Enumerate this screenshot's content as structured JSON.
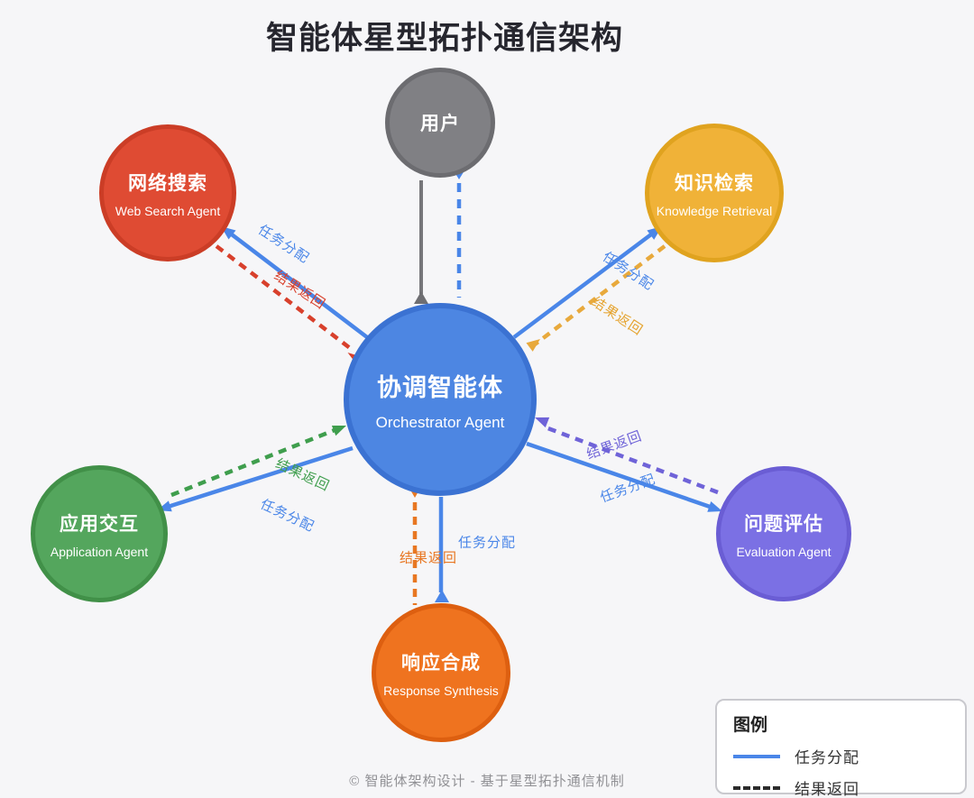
{
  "diagram": {
    "title": "智能体星型拓扑通信架构",
    "footer": "© 智能体架构设计 - 基于星型拓扑通信机制"
  },
  "nodes": {
    "user": {
      "label": "用户",
      "color": "#808084"
    },
    "orchestrator": {
      "label": "协调智能体",
      "sublabel": "Orchestrator Agent",
      "color": "#4d86e2"
    },
    "web_search": {
      "label": "网络搜索",
      "sublabel": "Web Search Agent",
      "color": "#df4b33"
    },
    "knowledge": {
      "label": "知识检索",
      "sublabel": "Knowledge Retrieval",
      "color": "#f0b238"
    },
    "application": {
      "label": "应用交互",
      "sublabel": "Application Agent",
      "color": "#54a65d"
    },
    "evaluation": {
      "label": "问题评估",
      "sublabel": "Evaluation Agent",
      "color": "#7b70e4"
    },
    "response": {
      "label": "响应合成",
      "sublabel": "Response Synthesis",
      "color": "#ef731f"
    }
  },
  "edge_labels": {
    "task": "任务分配",
    "result": "结果返回"
  },
  "link_colors": {
    "task_solid": "#4a86e8",
    "user_line": "#76767a",
    "result_web_search": "#d8402c",
    "result_knowledge": "#e8a93c",
    "result_application": "#3f9e4d",
    "result_evaluation": "#6f63d8",
    "result_response": "#e87722"
  },
  "legend": {
    "title": "图例",
    "items": [
      {
        "label": "任务分配",
        "style": "solid",
        "color": "#4a86e8"
      },
      {
        "label": "结果返回",
        "style": "dashed",
        "color": "#2b2b2b"
      }
    ]
  }
}
